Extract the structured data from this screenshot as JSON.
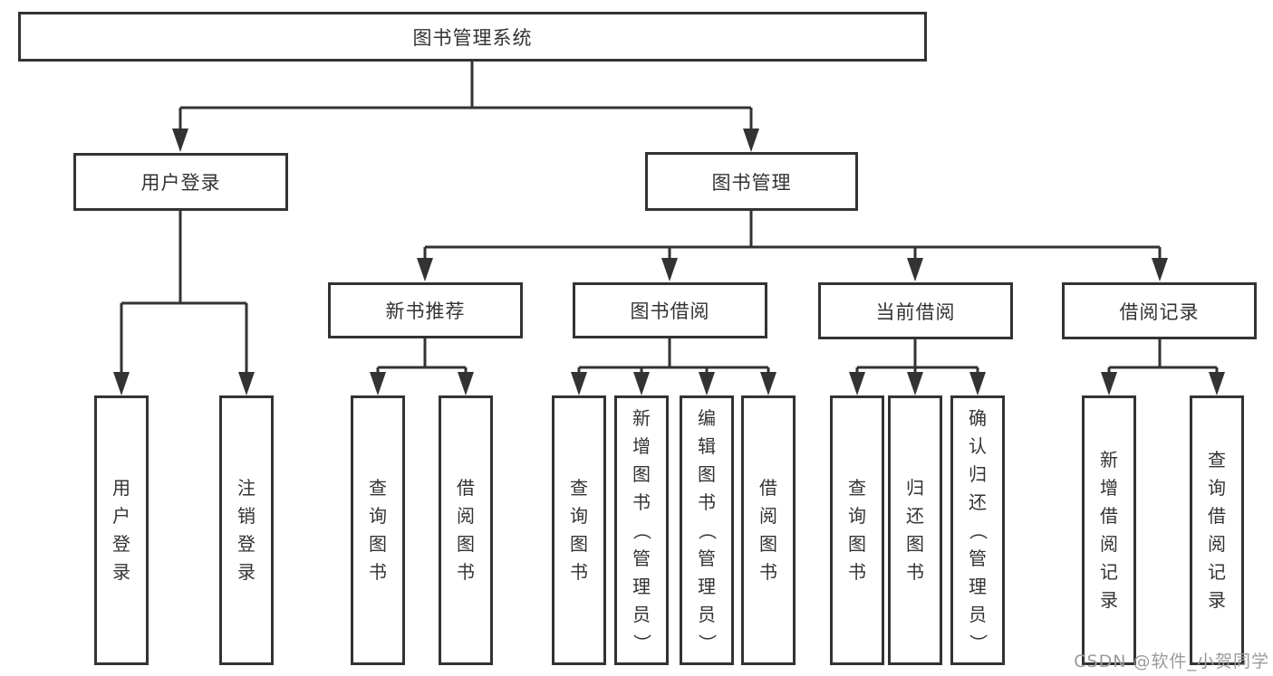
{
  "diagram": {
    "root": {
      "label": "图书管理系统"
    },
    "branches": [
      {
        "label": "用户登录",
        "children": [
          {
            "label": "用户登录"
          },
          {
            "label": "注销登录"
          }
        ]
      },
      {
        "label": "图书管理",
        "children": [
          {
            "label": "新书推荐",
            "children": [
              {
                "label": "查询图书"
              },
              {
                "label": "借阅图书"
              }
            ]
          },
          {
            "label": "图书借阅",
            "children": [
              {
                "label": "查询图书"
              },
              {
                "label": "新增图书（管理员）"
              },
              {
                "label": "编辑图书（管理员）"
              },
              {
                "label": "借阅图书"
              }
            ]
          },
          {
            "label": "当前借阅",
            "children": [
              {
                "label": "查询图书"
              },
              {
                "label": "归还图书"
              },
              {
                "label": "确认归还（管理员）"
              }
            ]
          },
          {
            "label": "借阅记录",
            "children": [
              {
                "label": "新增借阅记录"
              },
              {
                "label": "查询借阅记录"
              }
            ]
          }
        ]
      }
    ]
  },
  "watermark": {
    "text": "CSDN @软件_小贺同学"
  },
  "colors": {
    "line": "#333333",
    "box_border": "#333333",
    "text": "#333333",
    "background": "#ffffff",
    "watermark": "#9b9b9b"
  }
}
